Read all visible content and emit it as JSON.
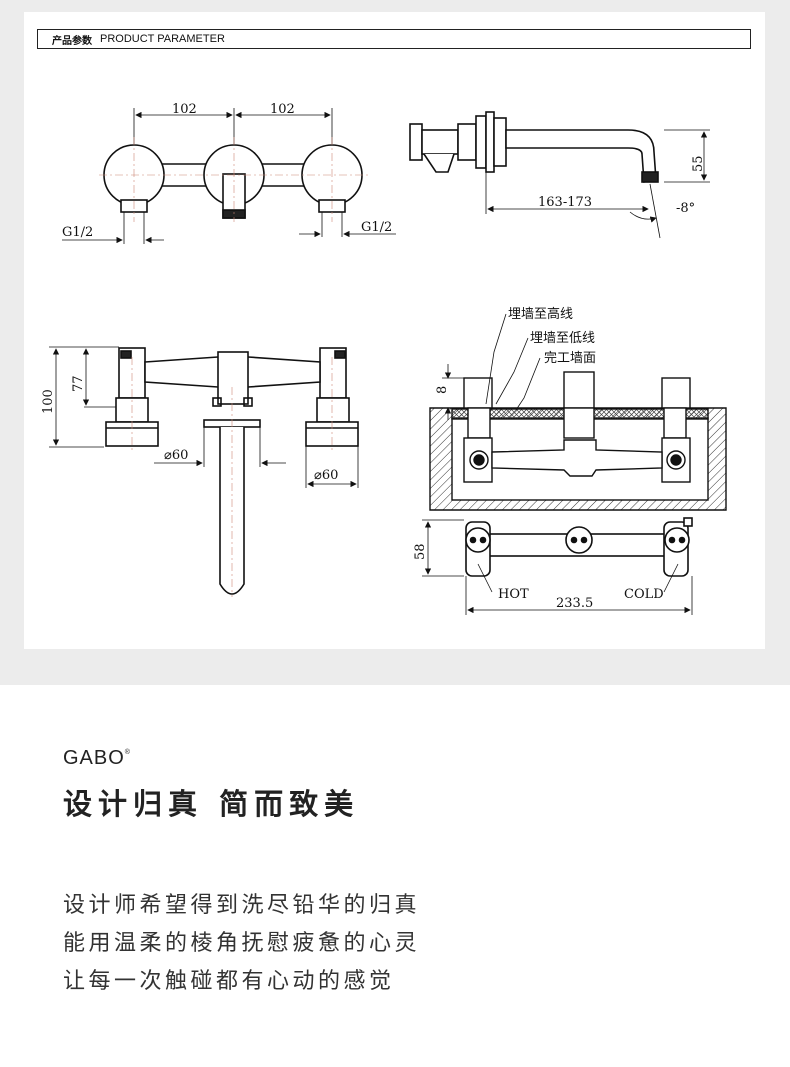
{
  "header": {
    "label_cn": "产品参数",
    "label_en": "PRODUCT PARAMETER"
  },
  "drawing": {
    "front_view": {
      "dim_left": "102",
      "dim_right": "102",
      "thread_left": "G1/2",
      "thread_right": "G1/2"
    },
    "side_view": {
      "dim_height": "55",
      "dim_length": "163-173",
      "angle": "-8°"
    },
    "top_view": {
      "dim_100": "100",
      "dim_77": "77",
      "dia_left": "⌀60",
      "dia_right": "⌀60"
    },
    "install_view": {
      "label_high": "埋墙至高线",
      "label_low": "埋墙至低线",
      "label_finish": "完工墙面",
      "dim_8": "8"
    },
    "bottom_view": {
      "dim_58": "58",
      "hot": "HOT",
      "cold": "COLD",
      "dim_width": "233.5"
    }
  },
  "brand": {
    "name": "GABO",
    "mark": "®"
  },
  "slogan": "设计归真 简而致美",
  "description": [
    "设计师希望得到洗尽铅华的归真",
    "能用温柔的棱角抚慰疲惫的心灵",
    "让每一次触碰都有心动的感觉"
  ]
}
